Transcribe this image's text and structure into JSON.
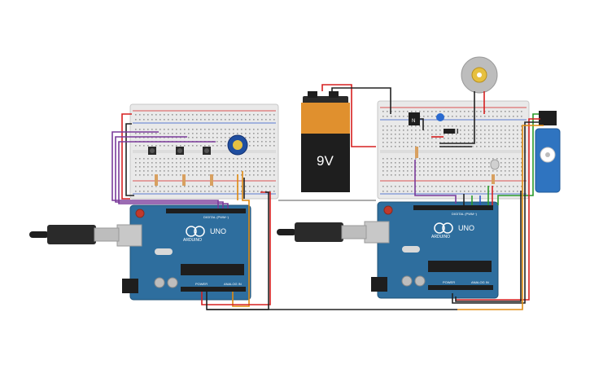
{
  "battery": {
    "label": "9V"
  },
  "arduinos": [
    {
      "brand": "ARDUINO",
      "model": "UNO",
      "digital_label": "DIGITAL (PWM~)",
      "power_label": "POWER",
      "analog_label": "ANALOG IN"
    },
    {
      "brand": "ARDUINO",
      "model": "UNO",
      "digital_label": "DIGITAL (PWM~)",
      "power_label": "POWER",
      "analog_label": "ANALOG IN"
    }
  ],
  "components": {
    "transistor_mark": "N"
  },
  "colors": {
    "breadboard": "#e8e8e8",
    "arduino": "#2e6e9e",
    "battery_top": "#e0902e",
    "battery_bottom": "#1e1e1e",
    "wire_red": "#d62020",
    "wire_black": "#222222",
    "wire_purple": "#7a3a9a",
    "wire_orange": "#e08a10",
    "wire_green": "#2a9a2a",
    "wire_gray": "#909090",
    "servo": "#2f74c0",
    "potentiometer": "#1f4ea0"
  },
  "icons": [
    "usb-cable-icon",
    "motor-icon",
    "servo-icon",
    "potentiometer-icon",
    "pushbutton-icon",
    "resistor-icon",
    "capacitor-icon",
    "diode-icon",
    "transistor-icon",
    "led-icon"
  ]
}
